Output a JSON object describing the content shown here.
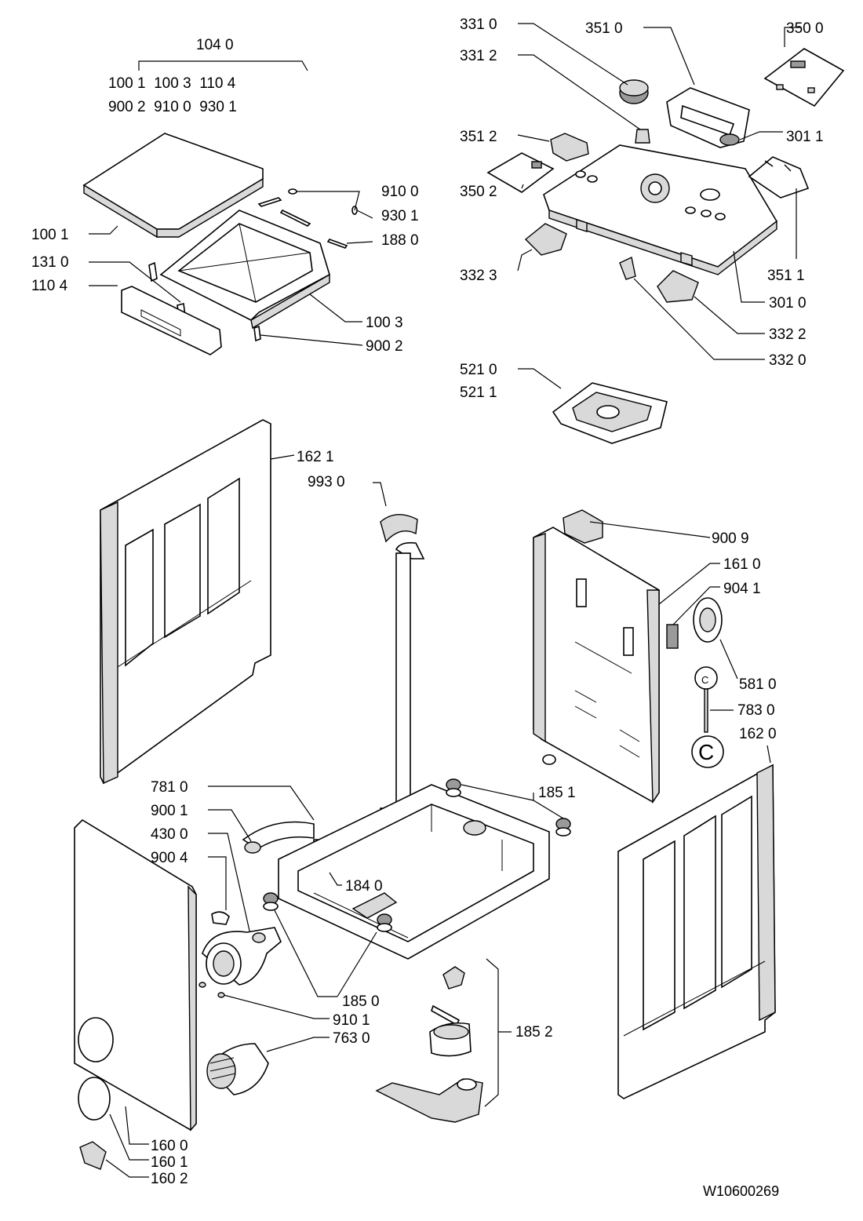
{
  "drawing_number": "W10600269",
  "group_header": {
    "label": "104 0",
    "members_row1": "100 1  100 3  110 4",
    "members_row2": "900 2  910 0  930 1"
  },
  "group_185_2": "185 2",
  "callouts": {
    "c3310": "331 0",
    "c3312": "331 2",
    "c3510": "351 0",
    "c3500": "350 0",
    "c3512": "351 2",
    "c3011": "301 1",
    "c3502": "350 2",
    "c3323": "332 3",
    "c3511": "351 1",
    "c3010": "301 0",
    "c3322": "332 2",
    "c3320": "332 0",
    "c5210": "521 0",
    "c5211": "521 1",
    "c9100": "910 0",
    "c9301": "930 1",
    "c1880": "188 0",
    "c1001": "100 1",
    "c1310": "131 0",
    "c1104": "110 4",
    "c1003": "100 3",
    "c9002": "900 2",
    "c1621": "162 1",
    "c9930": "993 0",
    "c9009": "900 9",
    "c1610": "161 0",
    "c9041": "904 1",
    "c5810": "581 0",
    "c7830": "783 0",
    "c1620": "162 0",
    "c7810": "781 0",
    "c9001": "900 1",
    "c4300": "430 0",
    "c9004": "900 4",
    "c1851": "185 1",
    "c1840": "184 0",
    "c1850": "185 0",
    "c9101": "910 1",
    "c7630": "763 0",
    "c1600": "160 0",
    "c1601": "160 1",
    "c1602": "160 2"
  },
  "connector_marks": {
    "small": "C",
    "large": "C"
  }
}
